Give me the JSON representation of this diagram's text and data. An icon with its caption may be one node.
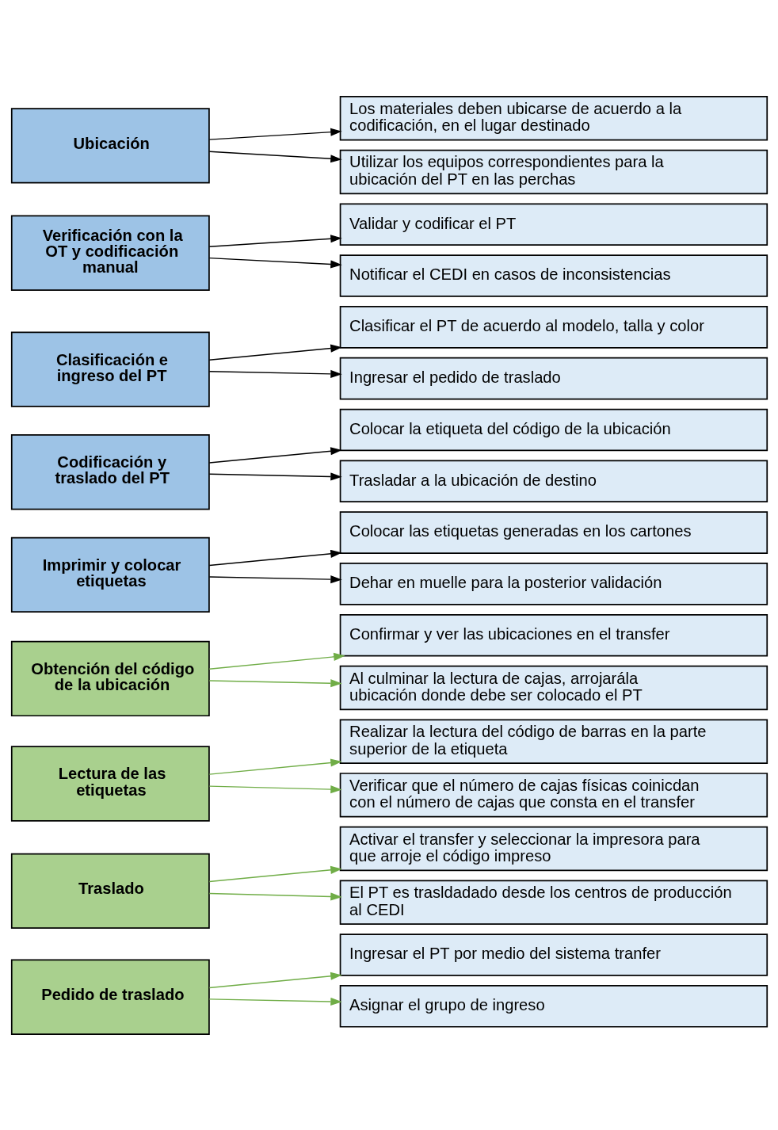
{
  "diagram": {
    "nodes": [
      {
        "text": [
          "Pedido de traslado"
        ]
      },
      {
        "text": [
          "Ingresar el PT por medio del sistema tranfer"
        ]
      },
      {
        "text": [
          "Asignar el grupo de ingreso"
        ]
      },
      {
        "text": [
          "Traslado"
        ]
      },
      {
        "text": [
          "Activar el transfer y seleccionar la impresora para que arroje el código impreso"
        ]
      },
      {
        "text": [
          "El PT es trasldadado desde los centros de producción al CEDI"
        ]
      },
      {
        "text": [
          "Lectura de las etiquetas"
        ]
      },
      {
        "text": [
          "Realizar la lectura del código de barras en la parte superior de la etiqueta"
        ]
      },
      {
        "text": [
          "Verificar que el número de cajas físicas coinicdan con el número de cajas que consta en el transfer"
        ]
      },
      {
        "text": [
          "Obtención del código de la ubicación"
        ]
      },
      {
        "text": [
          "Confirmar y ver las ubicaciones en el transfer"
        ]
      },
      {
        "text": [
          "Al culminar la lectura de cajas, arrojarála ubicación donde debe ser colocado el PT"
        ]
      },
      {
        "text": [
          "Imprimir y colocar etiquetas"
        ]
      },
      {
        "text": [
          "Colocar las etiquetas generadas en los cartones"
        ]
      },
      {
        "text": [
          "Dehar en muelle para la posterior validación"
        ]
      },
      {
        "text": [
          "Codificación y traslado del PT"
        ]
      },
      {
        "text": [
          "Colocar la etiqueta del código de la ubicación"
        ]
      },
      {
        "text": [
          "Trasladar a la ubicación de destino"
        ]
      },
      {
        "text": [
          "Clasificación e ingreso del PT"
        ]
      },
      {
        "text": [
          "Clasificar el PT de acuerdo al modelo, talla y color"
        ]
      },
      {
        "text": [
          "Ingresar el pedido de traslado"
        ]
      },
      {
        "text": [
          "Verificación con la OT y codificación manual"
        ]
      },
      {
        "text": [
          "Validar y codificar el PT"
        ]
      },
      {
        "text": [
          "Notificar el CEDI en casos de inconsistencias"
        ]
      },
      {
        "text": [
          "Ubicación"
        ]
      },
      {
        "text": [
          "Los materiales deben ubicarse de acuerdo a la codificación, en el lugar destinado"
        ]
      },
      {
        "text": [
          "Utilizar los equipos correspondientes para la ubicación del PT en las perchas"
        ]
      }
    ],
    "edges": [
      {
        "from": 0,
        "to": 1,
        "arrow": "to",
        "color": "#70ad47"
      },
      {
        "from": 0,
        "to": 2,
        "arrow": "to",
        "color": "#70ad47"
      },
      {
        "from": 3,
        "to": 4,
        "arrow": "to",
        "color": "#70ad47"
      },
      {
        "from": 3,
        "to": 5,
        "arrow": "to",
        "color": "#70ad47"
      },
      {
        "from": 6,
        "to": 7,
        "arrow": "to",
        "color": "#70ad47"
      },
      {
        "from": 6,
        "to": 8,
        "arrow": "to",
        "color": "#70ad47"
      },
      {
        "from": 9,
        "to": 10,
        "arrow": "to",
        "color": "#70ad47"
      },
      {
        "from": 9,
        "to": 11,
        "arrow": "to",
        "color": "#70ad47"
      },
      {
        "from": 12,
        "to": 13,
        "arrow": "to"
      },
      {
        "from": 12,
        "to": 14,
        "arrow": "to"
      },
      {
        "from": 15,
        "to": 16,
        "arrow": "to"
      },
      {
        "from": 15,
        "to": 17,
        "arrow": "to"
      },
      {
        "from": 18,
        "to": 19,
        "arrow": "to"
      },
      {
        "from": 18,
        "to": 20,
        "arrow": "to"
      },
      {
        "from": 21,
        "to": 22,
        "arrow": "to"
      },
      {
        "from": 21,
        "to": 23,
        "arrow": "to"
      },
      {
        "from": 24,
        "to": 25,
        "arrow": "to"
      },
      {
        "from": 24,
        "to": 26,
        "arrow": "to"
      }
    ]
  }
}
